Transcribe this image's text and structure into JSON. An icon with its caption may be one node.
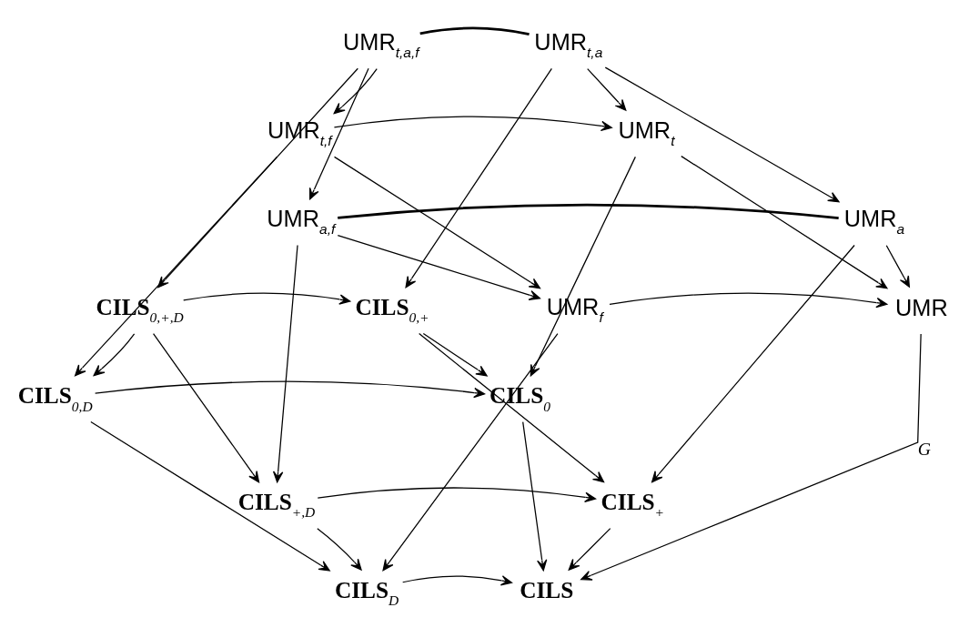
{
  "diagram": {
    "nodes": [
      {
        "text": [
          "UMR$_{t,a,f}$"
        ]
      },
      {
        "text": [
          "UMR$_{t,a}$"
        ]
      },
      {
        "text": [
          "UMR$_{t,f}$"
        ]
      },
      {
        "text": [
          "UMR$_{t}$"
        ]
      },
      {
        "text": [
          "UMR$_{a,f}$"
        ]
      },
      {
        "text": [
          "UMR$_{a}$"
        ]
      },
      {
        "text": [
          "**CILS**$_{0,+,D}$"
        ]
      },
      {
        "text": [
          "**CILS**$_{0,+}$"
        ]
      },
      {
        "text": [
          "UMR$_{f}$"
        ]
      },
      {
        "text": [
          "UMR"
        ]
      },
      {
        "text": [
          "**CILS**$_{0,D}$"
        ]
      },
      {
        "text": [
          "**CILS**$_{0}$"
        ]
      },
      {
        "text": [
          "**CILS**$_{+,D}$"
        ]
      },
      {
        "text": [
          "**CILS**$_{+}$"
        ]
      },
      {
        "text": [
          "**CILS**$_{D}$"
        ]
      },
      {
        "text": [
          "**CILS**"
        ]
      }
    ],
    "edges": [
      {
        "from": 0,
        "to": 1,
        "arrow": "none"
      },
      {
        "from": 0,
        "to": 2,
        "arrow": "to"
      },
      {
        "from": 0,
        "to": 4,
        "arrow": "to"
      },
      {
        "from": 0,
        "to": 6,
        "arrow": "to"
      },
      {
        "from": 1,
        "to": 3,
        "arrow": "to"
      },
      {
        "from": 1,
        "to": 5,
        "arrow": "to"
      },
      {
        "from": 1,
        "to": 7,
        "arrow": "to"
      },
      {
        "from": 2,
        "to": 3,
        "arrow": "to"
      },
      {
        "from": 2,
        "to": 8,
        "arrow": "to"
      },
      {
        "from": 2,
        "to": 10,
        "arrow": "to"
      },
      {
        "from": 3,
        "to": 9,
        "arrow": "to"
      },
      {
        "from": 3,
        "to": 11,
        "arrow": "to"
      },
      {
        "from": 4,
        "to": 5,
        "arrow": "none"
      },
      {
        "from": 4,
        "to": 8,
        "arrow": "to"
      },
      {
        "from": 4,
        "to": 12,
        "arrow": "to"
      },
      {
        "from": 5,
        "to": 9,
        "arrow": "to"
      },
      {
        "from": 5,
        "to": 13,
        "arrow": "to"
      },
      {
        "from": 6,
        "to": 7,
        "arrow": "to"
      },
      {
        "from": 6,
        "to": 10,
        "arrow": "to"
      },
      {
        "from": 6,
        "to": 12,
        "arrow": "to"
      },
      {
        "from": 7,
        "to": 11,
        "arrow": "to"
      },
      {
        "from": 7,
        "to": 13,
        "arrow": "to"
      },
      {
        "from": 8,
        "to": 9,
        "arrow": "to"
      },
      {
        "from": 8,
        "to": 14,
        "arrow": "to"
      },
      {
        "from": 9,
        "to": 15,
        "arrow": "to",
        "label": "G"
      },
      {
        "from": 10,
        "to": 11,
        "arrow": "to"
      },
      {
        "from": 10,
        "to": 14,
        "arrow": "to"
      },
      {
        "from": 11,
        "to": 15,
        "arrow": "to"
      },
      {
        "from": 12,
        "to": 13,
        "arrow": "to"
      },
      {
        "from": 12,
        "to": 14,
        "arrow": "to"
      },
      {
        "from": 13,
        "to": 15,
        "arrow": "to"
      },
      {
        "from": 14,
        "to": 15,
        "arrow": "to"
      }
    ]
  }
}
